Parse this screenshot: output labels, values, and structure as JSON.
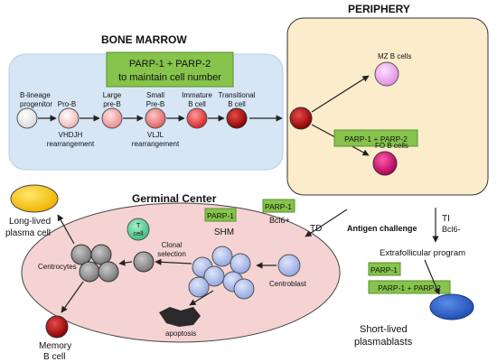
{
  "bone_marrow": {
    "title": "BONE MARROW",
    "parp_note_line1": "PARP-1 + PARP-2",
    "parp_note_line2": "to maintain cell number",
    "stages": [
      {
        "label_line1": "B-lineage",
        "label_line2": "progenitor"
      },
      {
        "label_line1": "Pro-B",
        "label_line2": ""
      },
      {
        "label_line1": "Large",
        "label_line2": "pre-B"
      },
      {
        "label_line1": "Small",
        "label_line2": "Pre-B"
      },
      {
        "label_line1": "Immature",
        "label_line2": "B cell"
      },
      {
        "label_line1": "Transitional",
        "label_line2": "B cell"
      }
    ],
    "rearrangement_1": "VHDJH",
    "rearrangement_2": "VLJL",
    "rearrangement_word": "rearrangement"
  },
  "periphery": {
    "title": "PERIPHERY",
    "mz_label": "MZ B cells",
    "fo_label": "FO B cells",
    "parp_box": "PARP-1 + PARP-2"
  },
  "germinal_center": {
    "title": "Germinal Center",
    "parp1_box": "PARP-1",
    "shm_label": "SHM",
    "t_cell_label_line1": "T",
    "t_cell_label_line2": "cell",
    "clonal_selection_line1": "Clonal",
    "clonal_selection_line2": "selection",
    "centrocytes_label": "Centrocytes",
    "centroblast_label": "Centroblast",
    "apoptosis_label": "apoptosis",
    "outer_parp1_box": "PARP-1",
    "bcl6_plus": "Bcl6+"
  },
  "outputs": {
    "long_lived_line1": "Long-lived",
    "long_lived_line2": "plasma cell",
    "memory_line1": "Memory",
    "memory_line2": "B cell",
    "td_label": "TD",
    "ti_label": "TI",
    "bcl6_minus": "Bcl6-",
    "antigen_challenge": "Antigen challenge",
    "extrafollicular": "Extrafollicular program",
    "parp1_box": "PARP-1",
    "parp12_box": "PARP-1 + PARP-2",
    "short_lived_line1": "Short-lived",
    "short_lived_line2": "plasmablasts"
  },
  "colors": {
    "bone_marrow_bg": "#d6e6f5",
    "periphery_bg": "#fbeccb",
    "germinal_bg": "#f6d3d3",
    "parp_box_green": "#86c44c",
    "centrocyte_gray": "#8f8f8f",
    "centroblast_blue": "#a9b8e8"
  }
}
